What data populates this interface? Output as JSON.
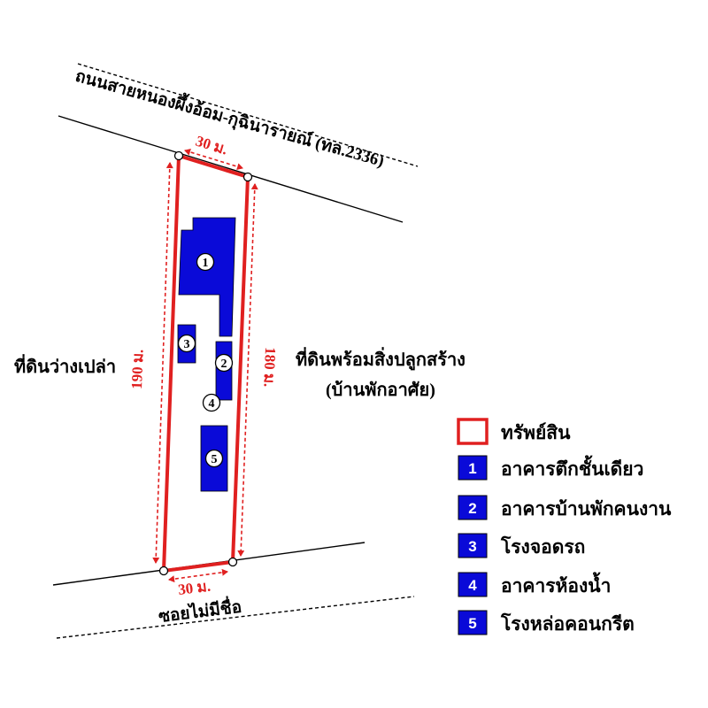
{
  "roads": {
    "main_road_label": "ถนนสายหนองผึ้งอ้อม-กุฉินารายณ์ (ทล.2336)",
    "soi_label": "ซอยไม่มีชื่อ"
  },
  "surroundings": {
    "left_label": "ที่ดินว่างเปล่า",
    "right_label_line1": "ที่ดินพร้อมสิ่งปลูกสร้าง",
    "right_label_line2": "(บ้านพักอาศัย)"
  },
  "dimensions": {
    "top_width": "30 ม.",
    "bottom_width": "30 ม.",
    "left_length": "190 ม.",
    "right_length": "180 ม."
  },
  "buildings": [
    {
      "number": "1"
    },
    {
      "number": "2"
    },
    {
      "number": "3"
    },
    {
      "number": "4"
    },
    {
      "number": "5"
    }
  ],
  "legend": {
    "property_label": "ทรัพย์สิน",
    "items": [
      {
        "number": "1",
        "label": "อาคารตึกชั้นเดียว"
      },
      {
        "number": "2",
        "label": "อาคารบ้านพักคนงาน"
      },
      {
        "number": "3",
        "label": "โรงจอดรถ"
      },
      {
        "number": "4",
        "label": "อาคารห้องน้ำ"
      },
      {
        "number": "5",
        "label": "โรงหล่อคอนกรีต"
      }
    ]
  },
  "colors": {
    "boundary": "#e02020",
    "building_fill": "#0a0ad8",
    "line": "#000000"
  }
}
